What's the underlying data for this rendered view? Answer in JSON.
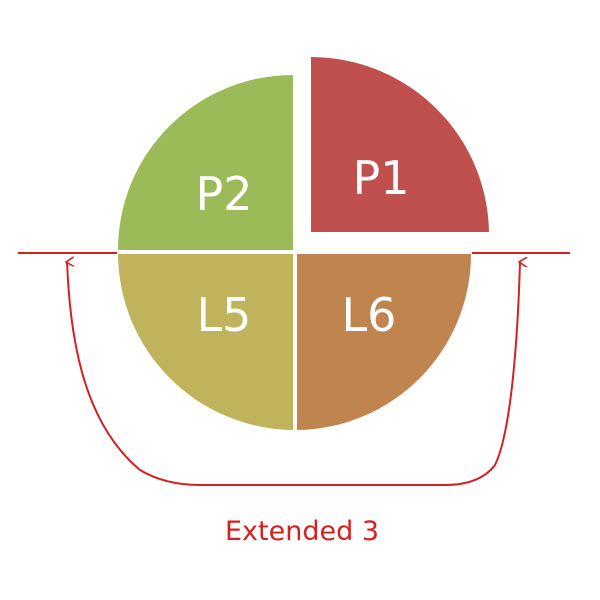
{
  "quadrants": {
    "top_right": {
      "label": "P1",
      "color": "#C0504D"
    },
    "top_left": {
      "label": "P2",
      "color": "#9BBB59"
    },
    "bottom_left": {
      "label": "L5",
      "color": "#BFB35B"
    },
    "bottom_right": {
      "label": "L6",
      "color": "#C0844F"
    }
  },
  "annotation": {
    "label": "Extended 3",
    "color": "#D42020"
  }
}
